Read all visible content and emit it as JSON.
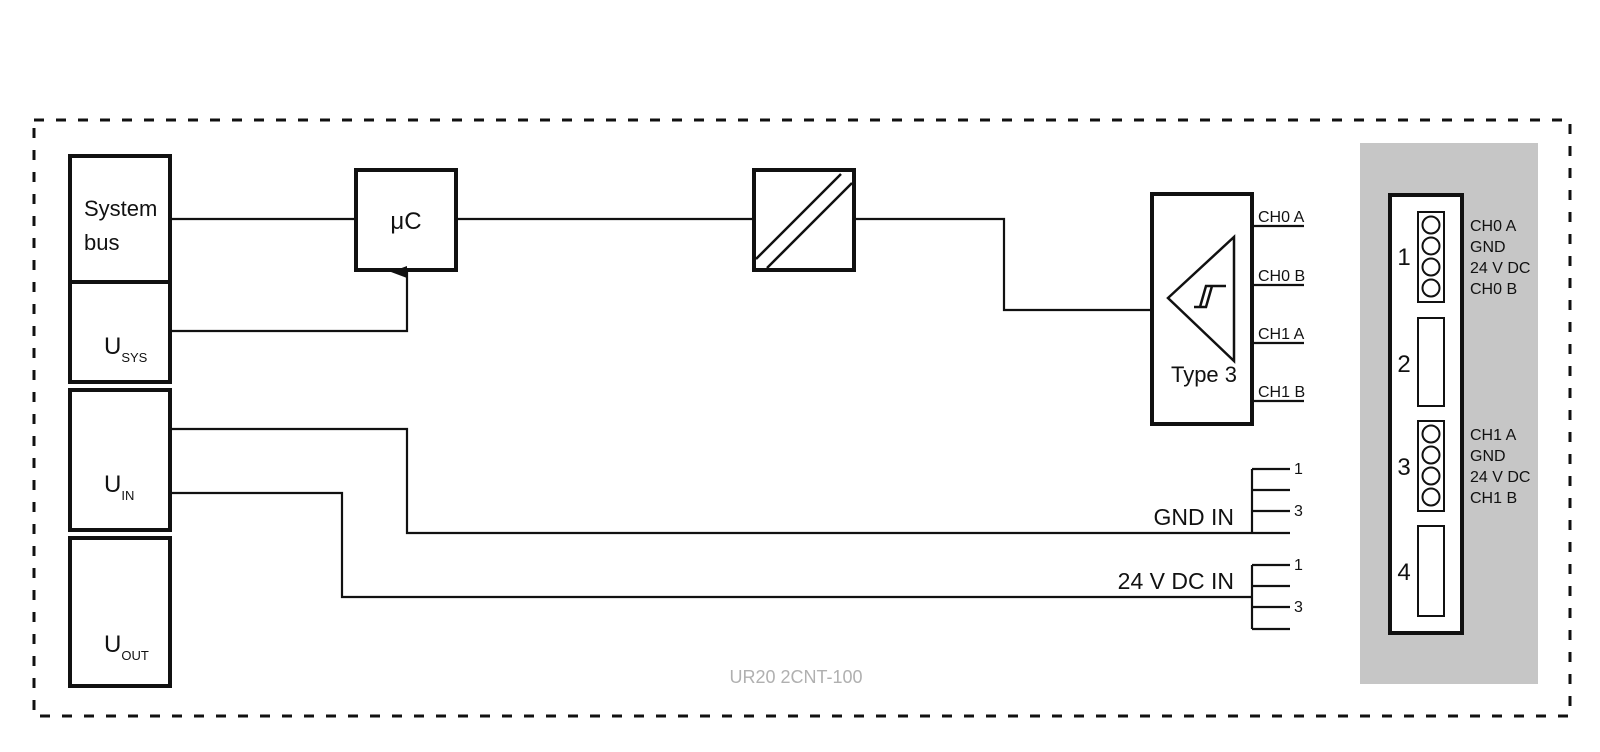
{
  "blocks": {
    "system_bus_line1": "System",
    "system_bus_line2": "bus",
    "usys_main": "U",
    "usys_sub": "SYS",
    "uin_main": "U",
    "uin_sub": "IN",
    "uout_main": "U",
    "uout_sub": "OUT",
    "microcontroller": "μC",
    "input_type": "Type 3"
  },
  "channels": [
    "CH0 A",
    "CH0 B",
    "CH1 A",
    "CH1 B"
  ],
  "power": {
    "gnd_in": "GND IN",
    "vdc_in": "24 V DC IN",
    "pin_1": "1",
    "pin_3": "3"
  },
  "connector": {
    "slots": [
      "1",
      "2",
      "3",
      "4"
    ],
    "slot1_pins": [
      "CH0 A",
      "GND",
      "24 V DC",
      "CH0 B"
    ],
    "slot3_pins": [
      "CH1 A",
      "GND",
      "24 V DC",
      "CH1 B"
    ]
  },
  "module_name": "UR20 2CNT-100",
  "colors": {
    "line": "#111111",
    "panel": "#c6c6c6",
    "caption": "#b0b0b0"
  }
}
